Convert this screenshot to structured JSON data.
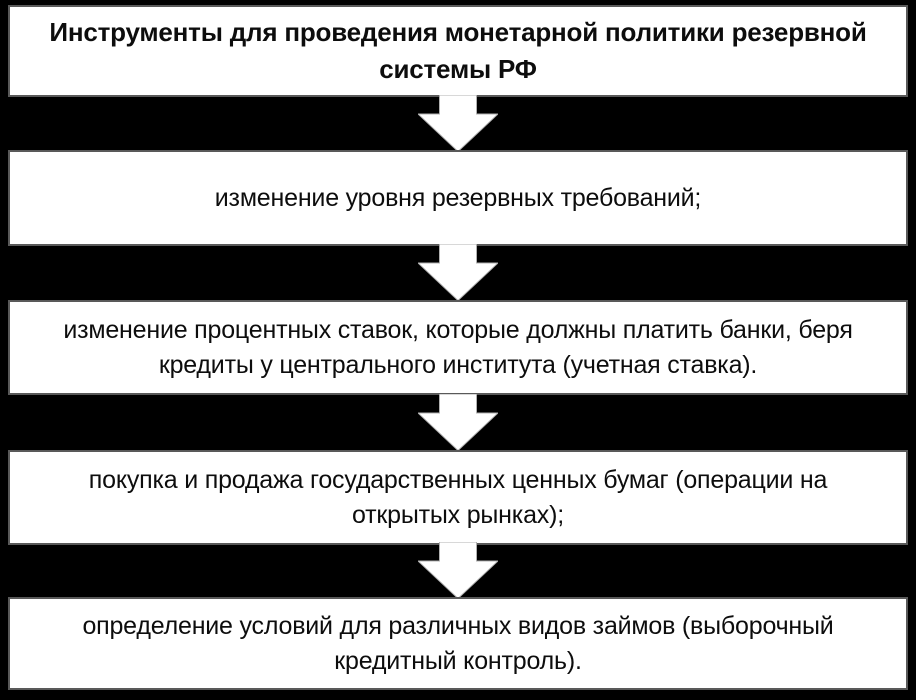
{
  "diagram": {
    "type": "vertical-block-flow",
    "colors": {
      "background": "#000000",
      "box_fill": "#ffffff",
      "box_border": "#595959",
      "text": "#0d0d0d",
      "arrow_fill": "#ffffff",
      "arrow_outline": "#b0b0b0"
    },
    "title": {
      "text": "Инструменты для проведения монетарной политики резервной системы РФ",
      "lines": [
        "Инструменты для проведения монетарной политики резервной",
        "системы РФ"
      ]
    },
    "items": [
      {
        "text": "изменение уровня резервных требований;",
        "lines": [
          "изменение уровня резервных требований;"
        ]
      },
      {
        "text": "изменение процентных ставок, которые должны платить банки, беря кредиты у центрального института (учетная ставка).",
        "lines": [
          "изменение процентных ставок, которые должны платить банки, беря",
          "кредиты у центрального института (учетная ставка)."
        ]
      },
      {
        "text": "покупка и продажа государственных ценных бумаг (операции на открытых рынках);",
        "lines": [
          "покупка и продажа государственных ценных бумаг (операции на",
          "открытых рынках);"
        ]
      },
      {
        "text": "определение условий для различных видов займов (выборочный кредитный контроль).",
        "lines": [
          "определение условий для различных видов займов (выборочный",
          "кредитный контроль)."
        ]
      }
    ],
    "connector": "down-block-arrow"
  }
}
